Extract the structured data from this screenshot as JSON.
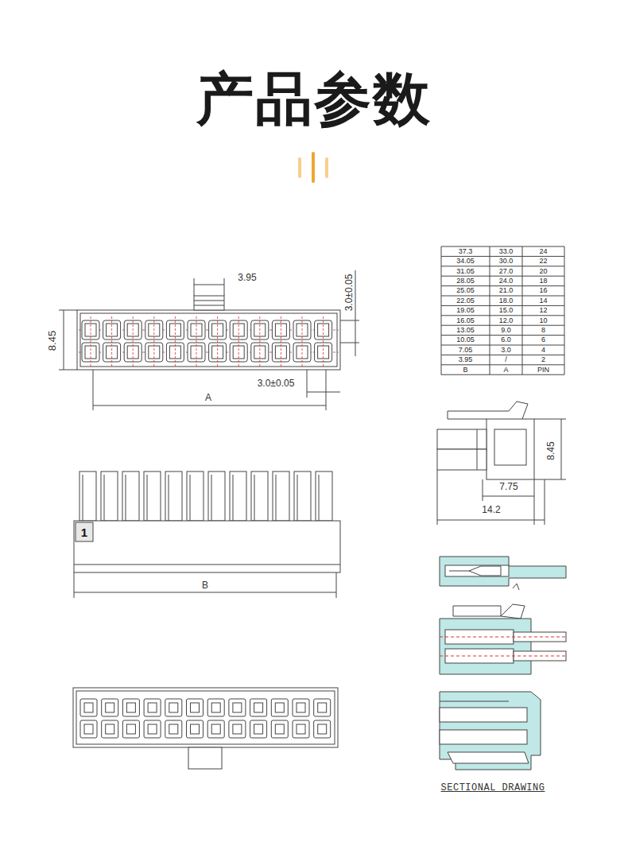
{
  "diagram": {
    "title": "产品参数",
    "labels": [
      "3.95",
      "3.0±0.05",
      "8.45",
      "3.0±0.05",
      "A",
      "1",
      "B",
      "37.3",
      "33.0",
      "24",
      "34.05",
      "30.0",
      "22",
      "31.05",
      "27.0",
      "20",
      "28.05",
      "24.0",
      "18",
      "25.05",
      "21.0",
      "16",
      "22.05",
      "18.0",
      "14",
      "19.05",
      "15.0",
      "12",
      "16.05",
      "12.0",
      "10",
      "13.05",
      "9.0",
      "8",
      "10.05",
      "6.0",
      "6",
      "7.05",
      "3.0",
      "4",
      "3.95",
      "/",
      "2",
      "B",
      "A",
      "PIN",
      "8.45",
      "7.75",
      "14.2",
      "SECTIONAL DRAWING"
    ]
  }
}
